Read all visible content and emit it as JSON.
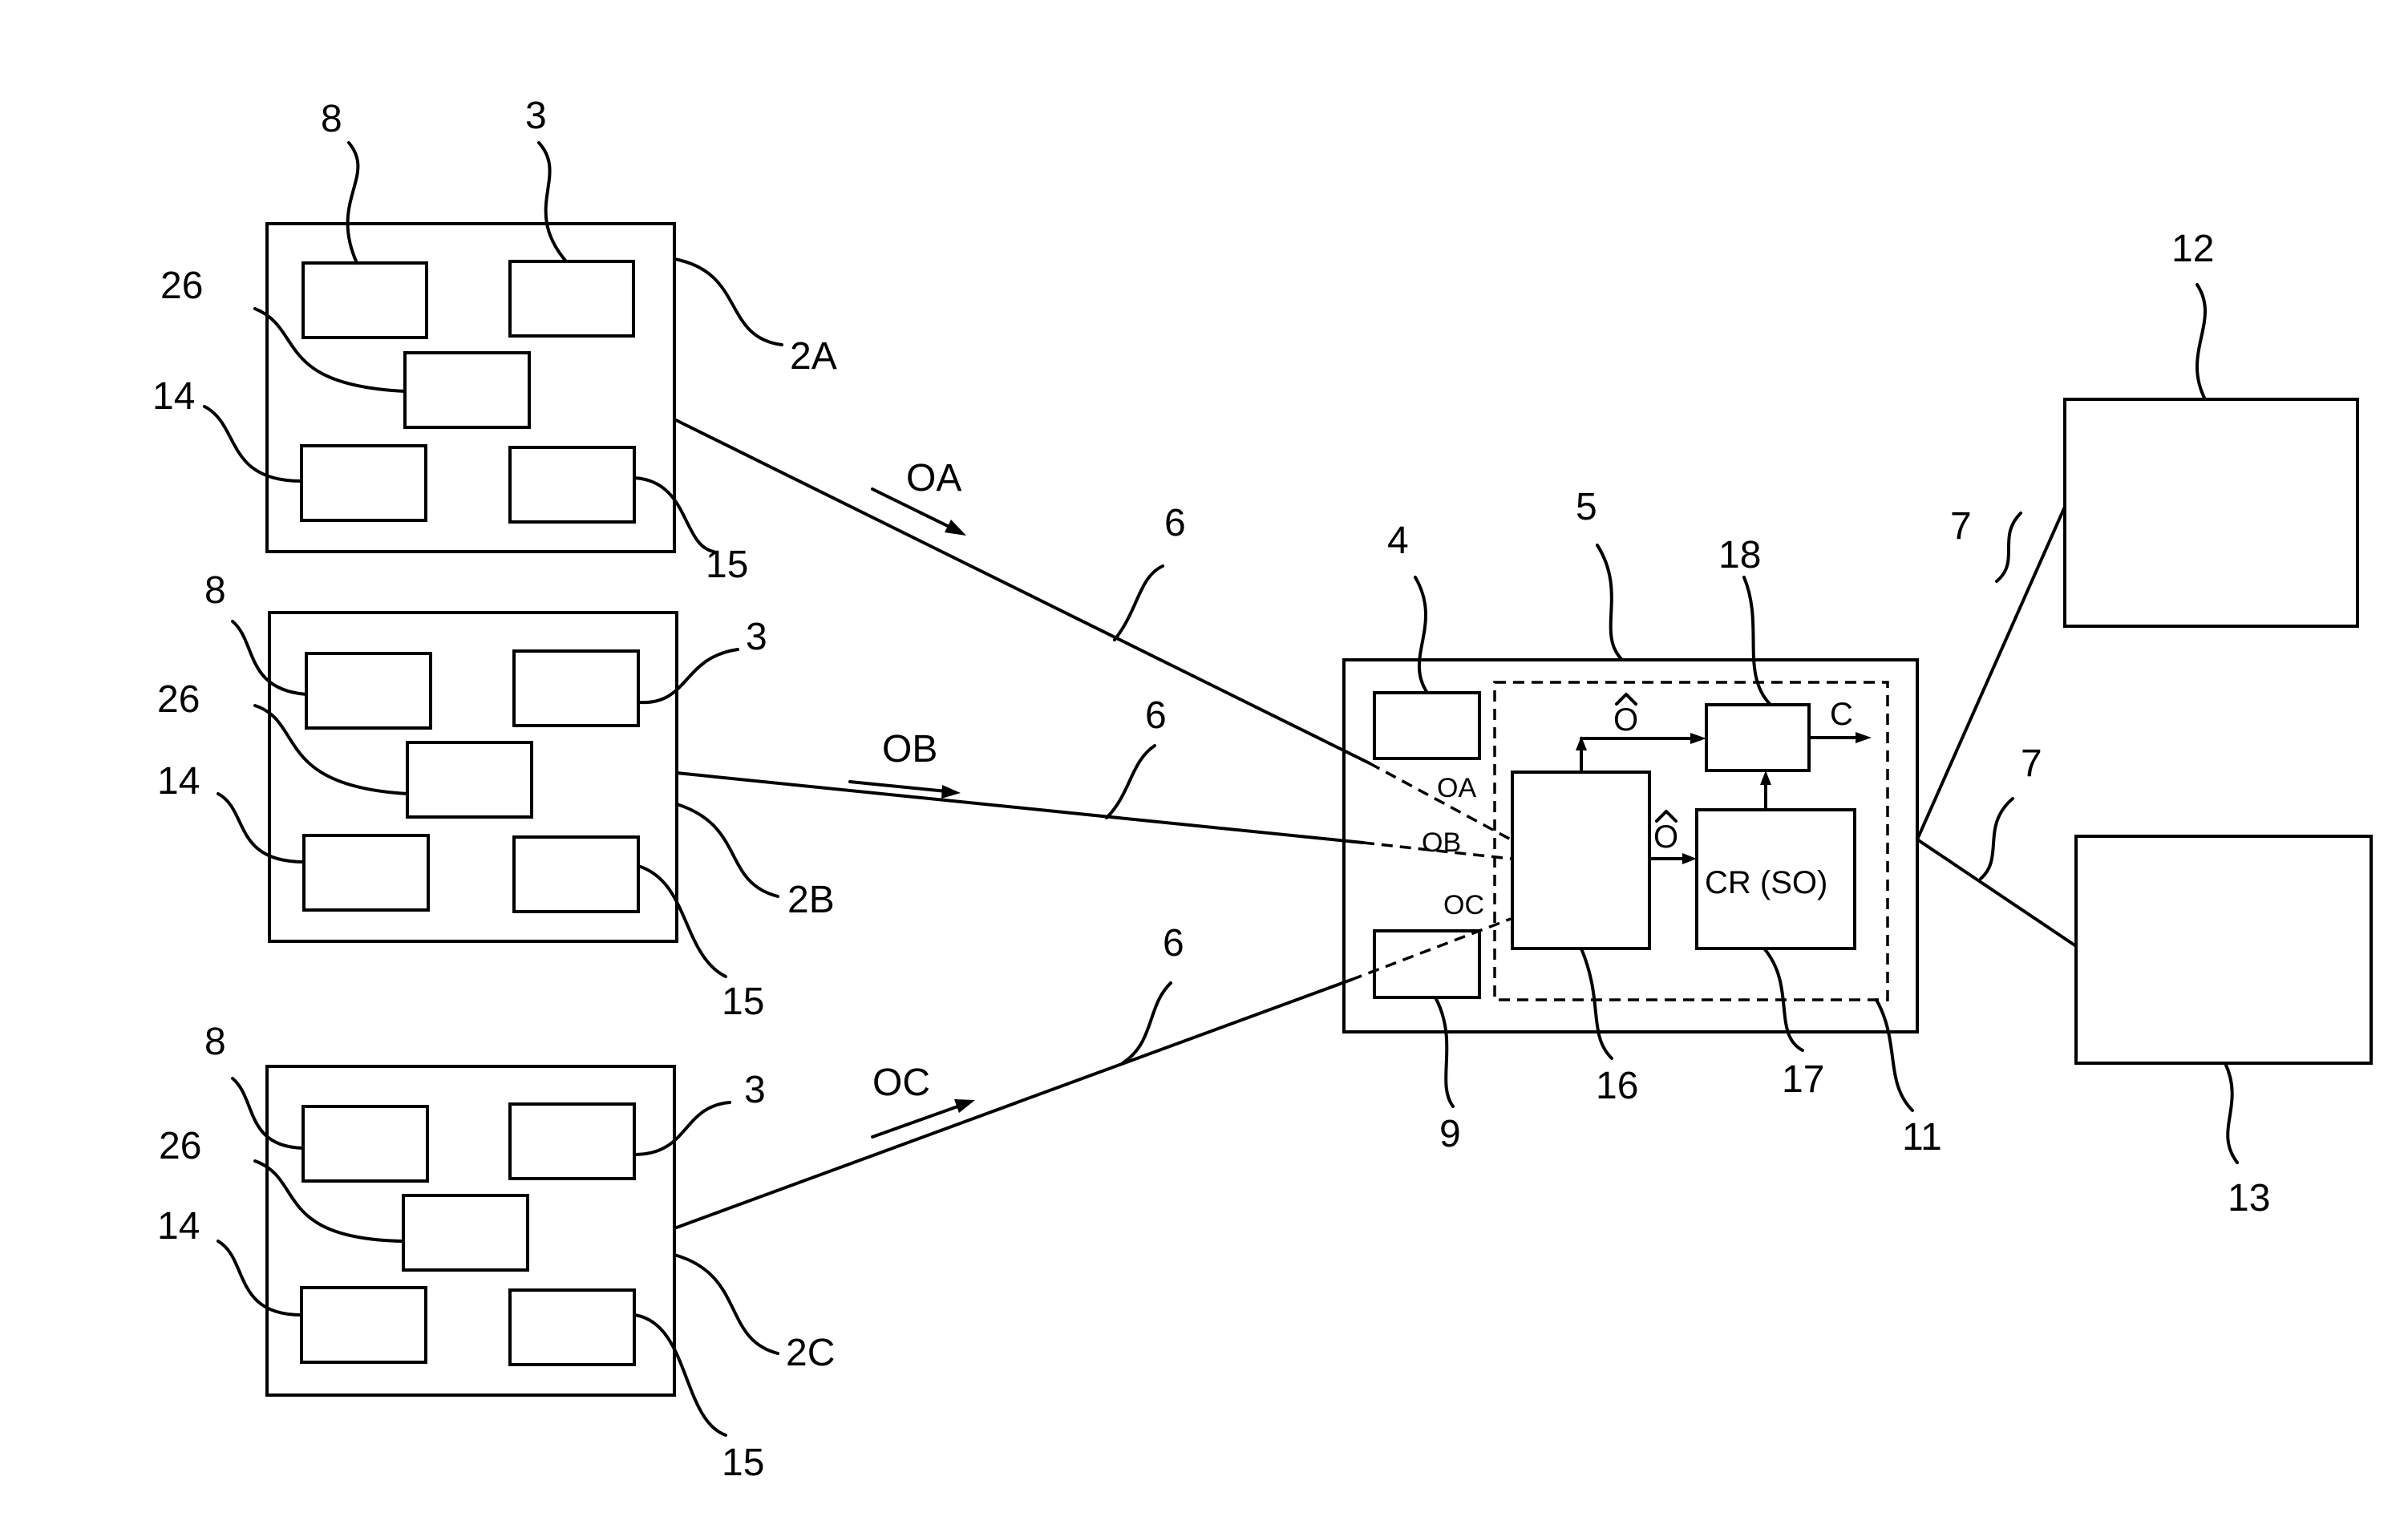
{
  "device_a": {
    "ref_main": "2A",
    "ref_top_left": "8",
    "ref_top_right": "3",
    "ref_middle": "26",
    "ref_bottom_left": "14",
    "ref_bottom_right": "15"
  },
  "device_b": {
    "ref_main": "2B",
    "ref_top_left": "8",
    "ref_top_right": "3",
    "ref_middle": "26",
    "ref_bottom_left": "14",
    "ref_bottom_right": "15"
  },
  "device_c": {
    "ref_main": "2C",
    "ref_top_left": "8",
    "ref_top_right": "3",
    "ref_middle": "26",
    "ref_bottom_left": "14",
    "ref_bottom_right": "15"
  },
  "links": {
    "ref_link": "6",
    "signal_a": "OA",
    "signal_b": "OB",
    "signal_c": "OC"
  },
  "server": {
    "ref_main": "5",
    "ref_storage": "4",
    "ref_interface": "9",
    "ref_processing": "11",
    "ref_estimator": "16",
    "ref_classifier": "17",
    "ref_output": "18",
    "in_a": "OA",
    "in_b": "OB",
    "in_c": "OC",
    "estimate_symbol_top": "O",
    "estimate_symbol_mid": "O",
    "output_symbol": "C",
    "classifier_text": "CR (SO)"
  },
  "outputs": {
    "ref_link": "7",
    "ref_terminal_top": "12",
    "ref_terminal_bottom": "13"
  }
}
